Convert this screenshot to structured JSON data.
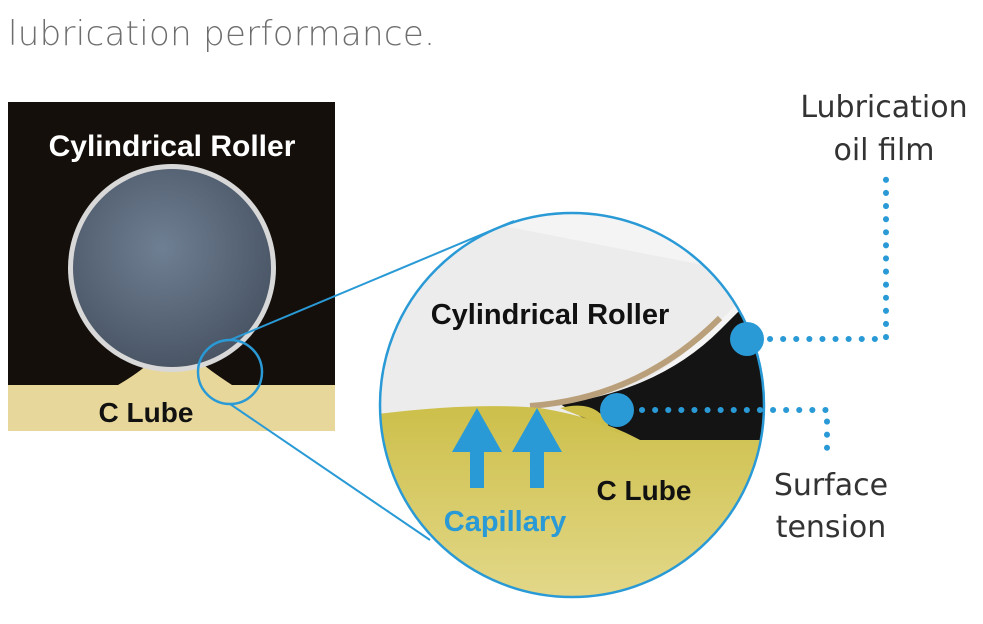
{
  "heading": "lubrication performance.",
  "photo": {
    "roller_label": "Cylindrical Roller",
    "lube_label": "C Lube"
  },
  "zoom": {
    "roller_label": "Cylindrical Roller",
    "lube_label": "C Lube",
    "capillary_label": "Capillary"
  },
  "callouts": {
    "oil_film_line1": "Lubrication",
    "oil_film_line2": "oil film",
    "surface_tension_line1": "Surface",
    "surface_tension_line2": "tension"
  },
  "colors": {
    "accent_blue": "#2a9ad6",
    "lube_yellow": "#e8d79a",
    "photo_background": "#140f0a"
  },
  "icons": [
    "up-arrow-icon",
    "up-arrow-icon"
  ]
}
